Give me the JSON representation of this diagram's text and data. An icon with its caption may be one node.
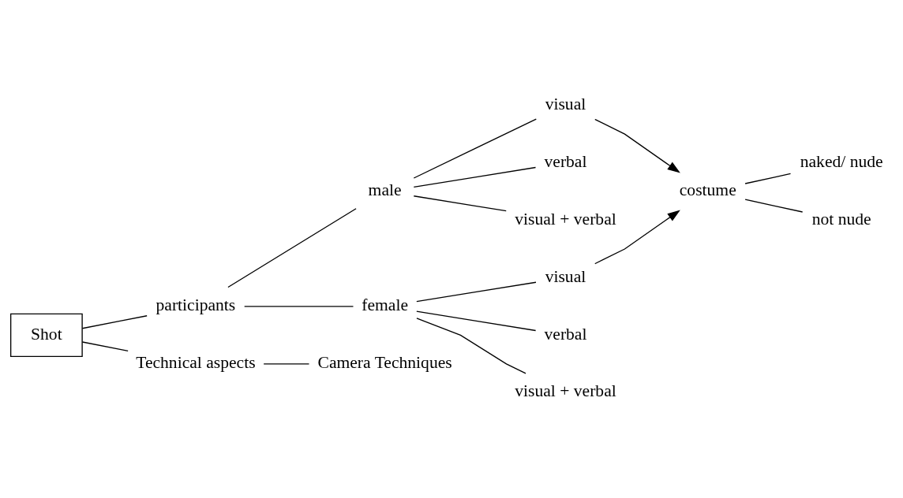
{
  "diagram": {
    "nodes": [
      {
        "text": [
          "Shot"
        ]
      },
      {
        "text": [
          "participants"
        ]
      },
      {
        "text": [
          "Technical aspects"
        ]
      },
      {
        "text": [
          "Camera Techniques"
        ]
      },
      {
        "text": [
          "male"
        ]
      },
      {
        "text": [
          "female"
        ]
      },
      {
        "text": [
          "visual"
        ]
      },
      {
        "text": [
          "verbal"
        ]
      },
      {
        "text": [
          "visual + verbal"
        ]
      },
      {
        "text": [
          "visual"
        ]
      },
      {
        "text": [
          "verbal"
        ]
      },
      {
        "text": [
          "visual + verbal"
        ]
      },
      {
        "text": [
          "costume"
        ]
      },
      {
        "text": [
          "naked/ nude"
        ]
      },
      {
        "text": [
          "not nude"
        ]
      }
    ],
    "edges": [
      {
        "from": 0,
        "to": 1,
        "arrow": "none"
      },
      {
        "from": 0,
        "to": 2,
        "arrow": "none"
      },
      {
        "from": 2,
        "to": 3,
        "arrow": "none"
      },
      {
        "from": 1,
        "to": 4,
        "arrow": "none"
      },
      {
        "from": 1,
        "to": 5,
        "arrow": "none"
      },
      {
        "from": 4,
        "to": 6,
        "arrow": "none"
      },
      {
        "from": 4,
        "to": 7,
        "arrow": "none"
      },
      {
        "from": 4,
        "to": 8,
        "arrow": "none"
      },
      {
        "from": 5,
        "to": 9,
        "arrow": "none"
      },
      {
        "from": 5,
        "to": 10,
        "arrow": "none"
      },
      {
        "from": 5,
        "to": 11,
        "arrow": "none"
      },
      {
        "from": 6,
        "to": 12,
        "arrow": "to"
      },
      {
        "from": 9,
        "to": 12,
        "arrow": "to"
      },
      {
        "from": 12,
        "to": 13,
        "arrow": "none"
      },
      {
        "from": 12,
        "to": 14,
        "arrow": "none"
      }
    ]
  }
}
